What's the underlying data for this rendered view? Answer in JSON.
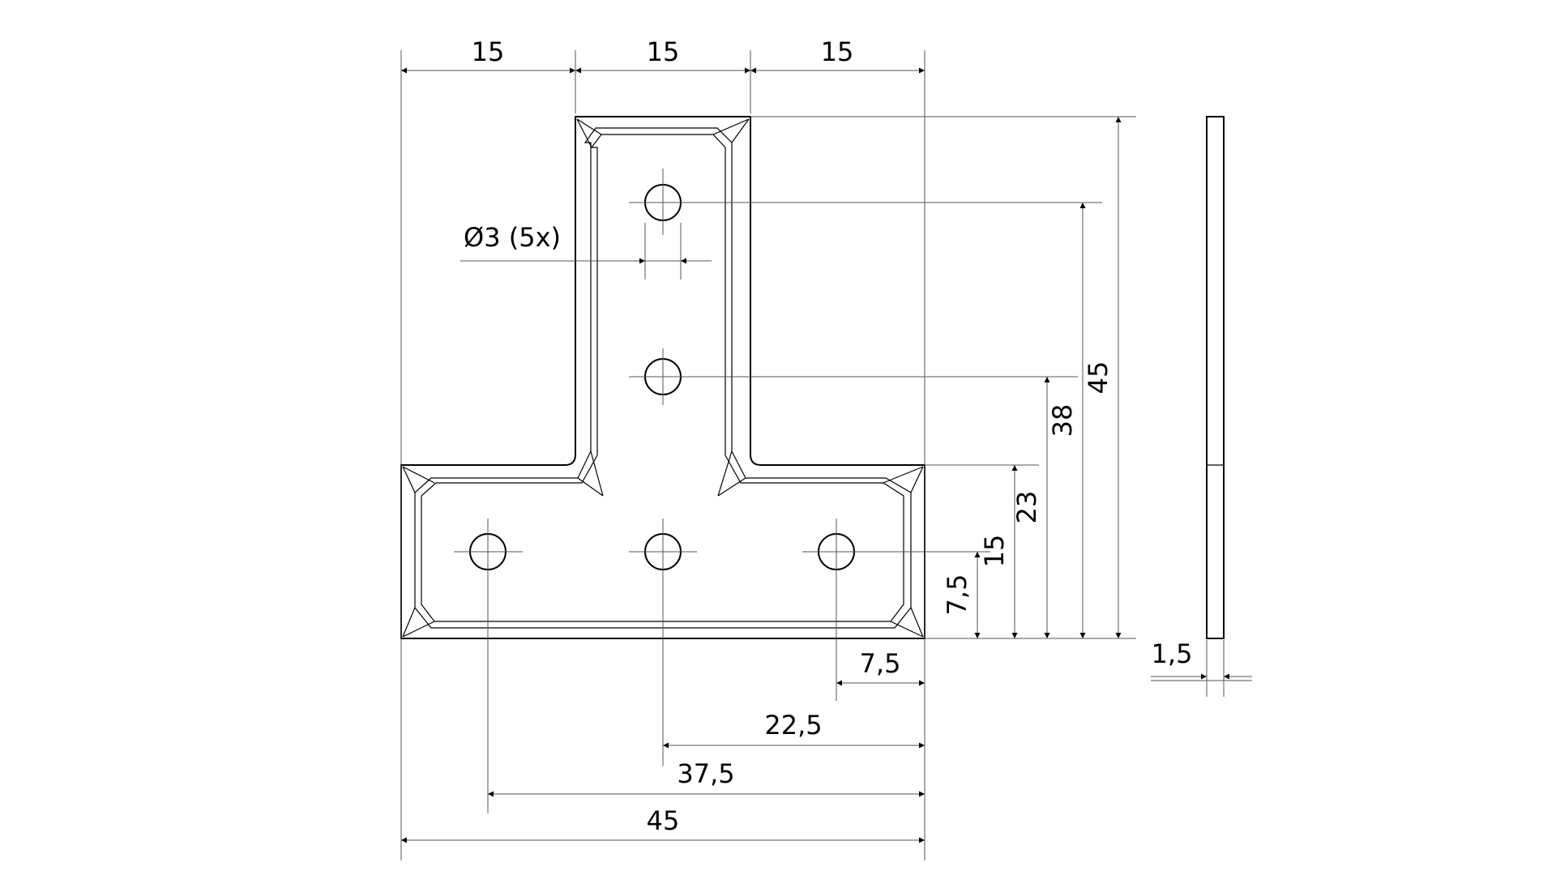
{
  "drawing": {
    "top_dims": [
      "15",
      "15",
      "15"
    ],
    "hole_label": "Ø3 (5x)",
    "right_dims": [
      "45",
      "38",
      "23",
      "15",
      "7,5"
    ],
    "bottom_dims": [
      "7,5",
      "22,5",
      "37,5",
      "45"
    ],
    "thickness": "1,5"
  }
}
